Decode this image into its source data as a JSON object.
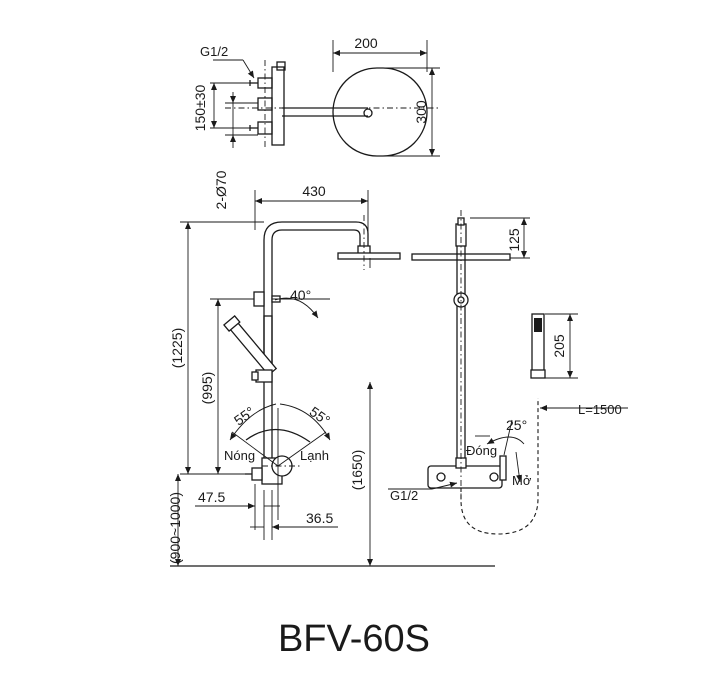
{
  "model": "BFV-60S",
  "labels": {
    "g12_top": "G1/2",
    "g12_bottom": "G1/2",
    "nong": "Nóng",
    "lanh": "Lạnh",
    "dong": "Đóng",
    "mo": "Mở",
    "hose_length": "L=1500"
  },
  "dims": {
    "head_width": "200",
    "head_depth": "300",
    "inlet_spacing": "150±30",
    "bracket_holes": "2-Ø70",
    "arm_reach": "430",
    "arm_angle": "40°",
    "height_1225": "(1225)",
    "height_995": "(995)",
    "angle_left": "55°",
    "angle_right": "55°",
    "height_1650": "(1650)",
    "offset_47_5": "47.5",
    "offset_36_5": "36.5",
    "height_900_1000": "(900~1000)",
    "head_height_125": "125",
    "handshower_205": "205",
    "lever_angle": "25°"
  }
}
